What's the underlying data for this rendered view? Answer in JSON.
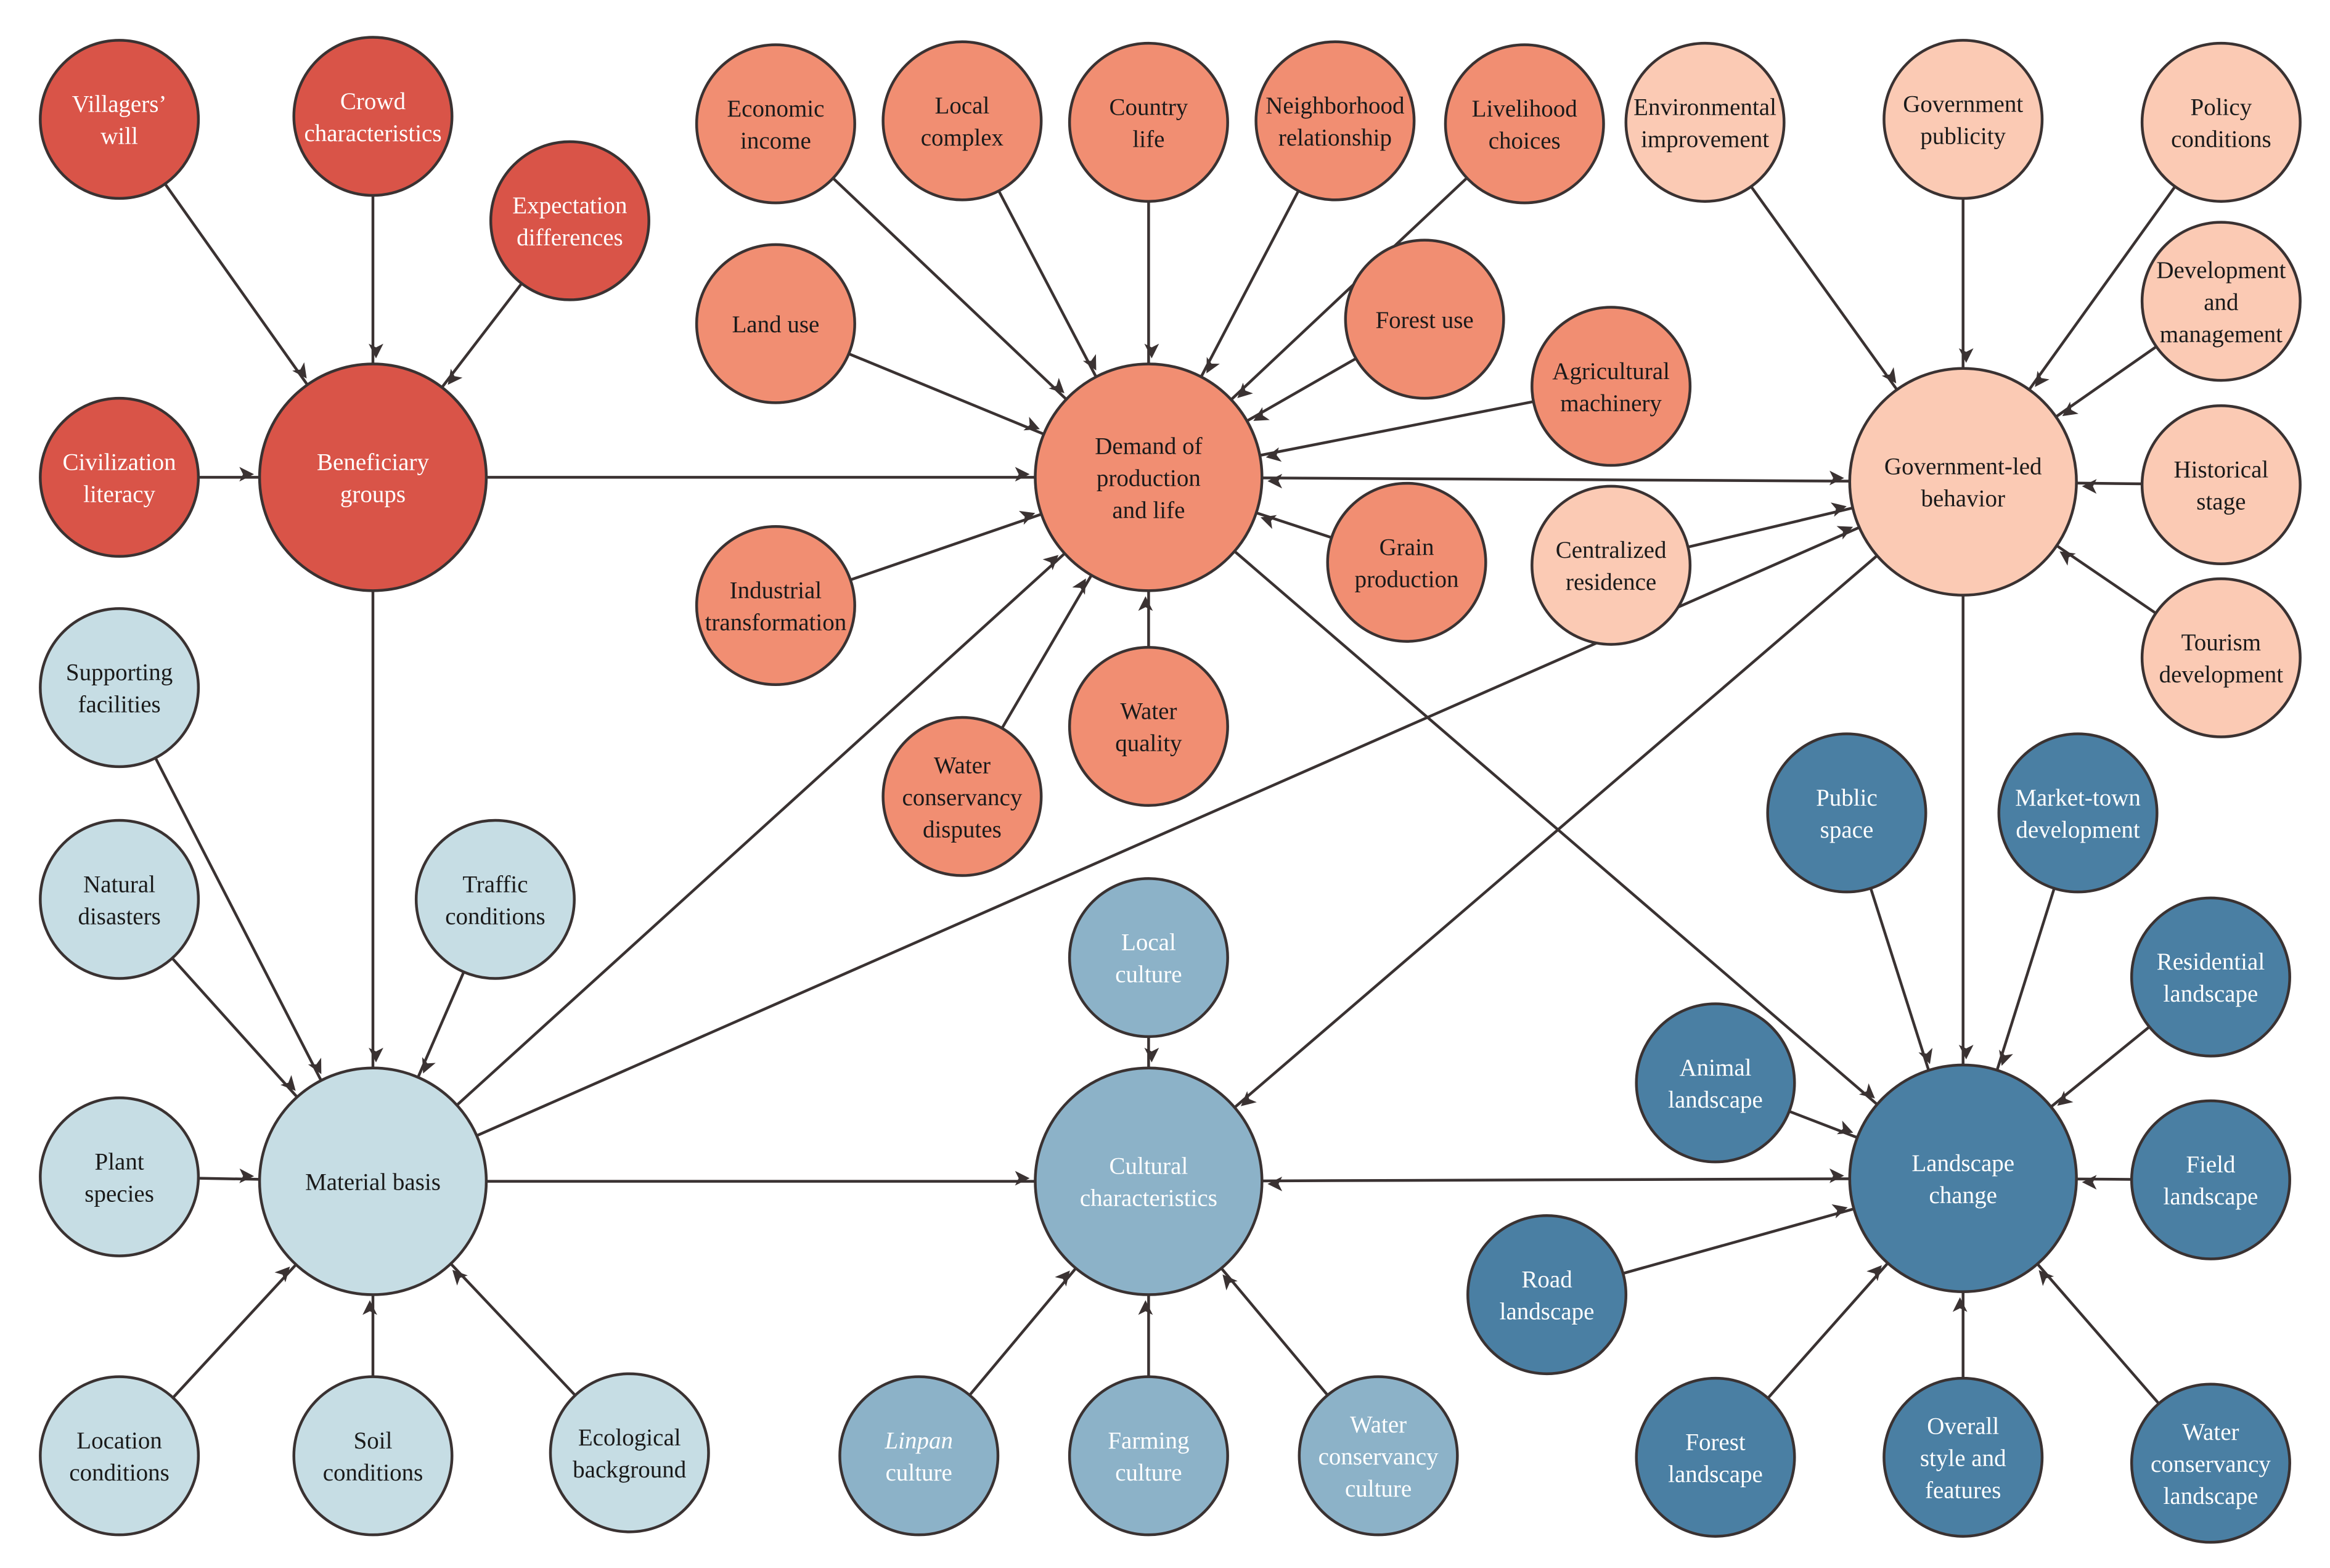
{
  "palette": {
    "red": "#d95448",
    "salmon": "#f18e72",
    "peach": "#fbcab4",
    "pale": "#c6dde4",
    "mid": "#8cb2c8",
    "dark": "#4a7fa3",
    "stroke": "#3a3232",
    "text_dark": "#1a1a1a",
    "text_light": "#ffffff"
  },
  "nodes": [
    {
      "id": "villagers_will",
      "lines": [
        "Villagers’",
        "will"
      ],
      "color": "red",
      "size": "s"
    },
    {
      "id": "crowd",
      "lines": [
        "Crowd",
        "characteristics"
      ],
      "color": "red",
      "size": "s"
    },
    {
      "id": "expectation",
      "lines": [
        "Expectation",
        "differences"
      ],
      "color": "red",
      "size": "s"
    },
    {
      "id": "civilization",
      "lines": [
        "Civilization",
        "literacy"
      ],
      "color": "red",
      "size": "s"
    },
    {
      "id": "beneficiary",
      "lines": [
        "Beneficiary",
        "groups"
      ],
      "color": "red",
      "size": "l"
    },
    {
      "id": "economic",
      "lines": [
        "Economic",
        "income"
      ],
      "color": "salmon",
      "size": "s"
    },
    {
      "id": "local_complex",
      "lines": [
        "Local",
        "complex"
      ],
      "color": "salmon",
      "size": "s"
    },
    {
      "id": "country_life",
      "lines": [
        "Country",
        "life"
      ],
      "color": "salmon",
      "size": "s"
    },
    {
      "id": "neighborhood",
      "lines": [
        "Neighborhood",
        "relationship"
      ],
      "color": "salmon",
      "size": "s"
    },
    {
      "id": "livelihood",
      "lines": [
        "Livelihood",
        "choices"
      ],
      "color": "salmon",
      "size": "s"
    },
    {
      "id": "land_use",
      "lines": [
        "Land use"
      ],
      "color": "salmon",
      "size": "s"
    },
    {
      "id": "forest_use",
      "lines": [
        "Forest use"
      ],
      "color": "salmon",
      "size": "s"
    },
    {
      "id": "agri_machinery",
      "lines": [
        "Agricultural",
        "machinery"
      ],
      "color": "salmon",
      "size": "s"
    },
    {
      "id": "demand",
      "lines": [
        "Demand of",
        "production",
        "and life"
      ],
      "color": "salmon",
      "size": "l"
    },
    {
      "id": "industrial",
      "lines": [
        "Industrial",
        "transformation"
      ],
      "color": "salmon",
      "size": "s"
    },
    {
      "id": "grain",
      "lines": [
        "Grain",
        "production"
      ],
      "color": "salmon",
      "size": "s"
    },
    {
      "id": "water_quality",
      "lines": [
        "Water",
        "quality"
      ],
      "color": "salmon",
      "size": "s"
    },
    {
      "id": "water_disputes",
      "lines": [
        "Water",
        "conservancy",
        "disputes"
      ],
      "color": "salmon",
      "size": "s"
    },
    {
      "id": "environmental",
      "lines": [
        "Environmental",
        "improvement"
      ],
      "color": "peach",
      "size": "s"
    },
    {
      "id": "gov_publicity",
      "lines": [
        "Government",
        "publicity"
      ],
      "color": "peach",
      "size": "s"
    },
    {
      "id": "policy",
      "lines": [
        "Policy",
        "conditions"
      ],
      "color": "peach",
      "size": "s"
    },
    {
      "id": "dev_management",
      "lines": [
        "Development",
        "and",
        "management"
      ],
      "color": "peach",
      "size": "s"
    },
    {
      "id": "gov_led",
      "lines": [
        "Government-led",
        "behavior"
      ],
      "color": "peach",
      "size": "l"
    },
    {
      "id": "historical",
      "lines": [
        "Historical",
        "stage"
      ],
      "color": "peach",
      "size": "s"
    },
    {
      "id": "centralized",
      "lines": [
        "Centralized",
        "residence"
      ],
      "color": "peach",
      "size": "s"
    },
    {
      "id": "tourism",
      "lines": [
        "Tourism",
        "development"
      ],
      "color": "peach",
      "size": "s"
    },
    {
      "id": "supporting",
      "lines": [
        "Supporting",
        "facilities"
      ],
      "color": "pale",
      "size": "s"
    },
    {
      "id": "natural_disasters",
      "lines": [
        "Natural",
        "disasters"
      ],
      "color": "pale",
      "size": "s"
    },
    {
      "id": "traffic",
      "lines": [
        "Traffic",
        "conditions"
      ],
      "color": "pale",
      "size": "s"
    },
    {
      "id": "plant_species",
      "lines": [
        "Plant",
        "species"
      ],
      "color": "pale",
      "size": "s"
    },
    {
      "id": "material",
      "lines": [
        "Material basis"
      ],
      "color": "pale",
      "size": "l"
    },
    {
      "id": "location",
      "lines": [
        "Location",
        "conditions"
      ],
      "color": "pale",
      "size": "s"
    },
    {
      "id": "soil",
      "lines": [
        "Soil",
        "conditions"
      ],
      "color": "pale",
      "size": "s"
    },
    {
      "id": "ecological",
      "lines": [
        "Ecological",
        "background"
      ],
      "color": "pale",
      "size": "s"
    },
    {
      "id": "local_culture",
      "lines": [
        "Local",
        "culture"
      ],
      "color": "mid",
      "size": "s"
    },
    {
      "id": "cultural",
      "lines": [
        "Cultural",
        "characteristics"
      ],
      "color": "mid",
      "size": "l"
    },
    {
      "id": "linpan",
      "lines": [
        "Linpan",
        "culture"
      ],
      "italic_first": true,
      "color": "mid",
      "size": "s"
    },
    {
      "id": "farming",
      "lines": [
        "Farming",
        "culture"
      ],
      "color": "mid",
      "size": "s"
    },
    {
      "id": "water_culture",
      "lines": [
        "Water",
        "conservancy",
        "culture"
      ],
      "color": "mid",
      "size": "s"
    },
    {
      "id": "public_space",
      "lines": [
        "Public",
        "space"
      ],
      "color": "dark",
      "size": "s"
    },
    {
      "id": "market_town",
      "lines": [
        "Market-town",
        "development"
      ],
      "color": "dark",
      "size": "s"
    },
    {
      "id": "residential",
      "lines": [
        "Residential",
        "landscape"
      ],
      "color": "dark",
      "size": "s"
    },
    {
      "id": "animal",
      "lines": [
        "Animal",
        "landscape"
      ],
      "color": "dark",
      "size": "s"
    },
    {
      "id": "landscape_change",
      "lines": [
        "Landscape",
        "change"
      ],
      "color": "dark",
      "size": "l"
    },
    {
      "id": "field",
      "lines": [
        "Field",
        "landscape"
      ],
      "color": "dark",
      "size": "s"
    },
    {
      "id": "road",
      "lines": [
        "Road",
        "landscape"
      ],
      "color": "dark",
      "size": "s"
    },
    {
      "id": "forest_landscape",
      "lines": [
        "Forest",
        "landscape"
      ],
      "color": "dark",
      "size": "s"
    },
    {
      "id": "overall_style",
      "lines": [
        "Overall",
        "style and",
        "features"
      ],
      "color": "dark",
      "size": "s"
    },
    {
      "id": "water_landscape",
      "lines": [
        "Water",
        "conservancy",
        "landscape"
      ],
      "color": "dark",
      "size": "s"
    }
  ],
  "edges": [
    {
      "from": "villagers_will",
      "to": "beneficiary"
    },
    {
      "from": "crowd",
      "to": "beneficiary"
    },
    {
      "from": "expectation",
      "to": "beneficiary"
    },
    {
      "from": "civilization",
      "to": "beneficiary"
    },
    {
      "from": "beneficiary",
      "to": "demand"
    },
    {
      "from": "beneficiary",
      "to": "material"
    },
    {
      "from": "economic",
      "to": "demand"
    },
    {
      "from": "local_complex",
      "to": "demand"
    },
    {
      "from": "country_life",
      "to": "demand"
    },
    {
      "from": "neighborhood",
      "to": "demand"
    },
    {
      "from": "livelihood",
      "to": "demand"
    },
    {
      "from": "land_use",
      "to": "demand"
    },
    {
      "from": "forest_use",
      "to": "demand"
    },
    {
      "from": "agri_machinery",
      "to": "demand"
    },
    {
      "from": "industrial",
      "to": "demand"
    },
    {
      "from": "grain",
      "to": "demand"
    },
    {
      "from": "water_quality",
      "to": "demand"
    },
    {
      "from": "water_disputes",
      "to": "demand"
    },
    {
      "from": "demand",
      "to": "gov_led",
      "both": true
    },
    {
      "from": "demand",
      "to": "landscape_change"
    },
    {
      "from": "environmental",
      "to": "gov_led"
    },
    {
      "from": "gov_publicity",
      "to": "gov_led"
    },
    {
      "from": "policy",
      "to": "gov_led"
    },
    {
      "from": "dev_management",
      "to": "gov_led"
    },
    {
      "from": "historical",
      "to": "gov_led"
    },
    {
      "from": "centralized",
      "to": "gov_led"
    },
    {
      "from": "tourism",
      "to": "gov_led"
    },
    {
      "from": "gov_led",
      "to": "landscape_change"
    },
    {
      "from": "gov_led",
      "to": "cultural"
    },
    {
      "from": "supporting",
      "to": "material"
    },
    {
      "from": "natural_disasters",
      "to": "material"
    },
    {
      "from": "traffic",
      "to": "material"
    },
    {
      "from": "plant_species",
      "to": "material"
    },
    {
      "from": "location",
      "to": "material"
    },
    {
      "from": "soil",
      "to": "material"
    },
    {
      "from": "ecological",
      "to": "material"
    },
    {
      "from": "material",
      "to": "demand"
    },
    {
      "from": "material",
      "to": "gov_led"
    },
    {
      "from": "material",
      "to": "cultural"
    },
    {
      "from": "local_culture",
      "to": "cultural"
    },
    {
      "from": "linpan",
      "to": "cultural"
    },
    {
      "from": "farming",
      "to": "cultural"
    },
    {
      "from": "water_culture",
      "to": "cultural"
    },
    {
      "from": "cultural",
      "to": "landscape_change",
      "both": true
    },
    {
      "from": "public_space",
      "to": "landscape_change"
    },
    {
      "from": "market_town",
      "to": "landscape_change"
    },
    {
      "from": "residential",
      "to": "landscape_change"
    },
    {
      "from": "animal",
      "to": "landscape_change"
    },
    {
      "from": "field",
      "to": "landscape_change"
    },
    {
      "from": "road",
      "to": "landscape_change"
    },
    {
      "from": "forest_landscape",
      "to": "landscape_change"
    },
    {
      "from": "overall_style",
      "to": "landscape_change"
    },
    {
      "from": "water_landscape",
      "to": "landscape_change"
    }
  ]
}
